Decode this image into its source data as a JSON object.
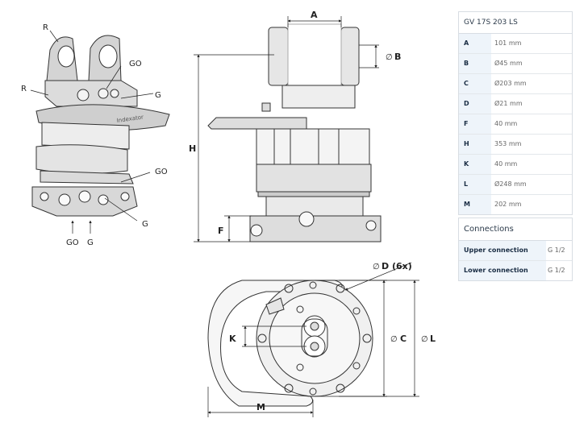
{
  "drawing": {
    "iso_labels": {
      "r1": "R",
      "r2": "R",
      "go1": "GO",
      "g1": "G",
      "go2": "GO",
      "g2": "G",
      "go3": "GO",
      "g3": "G"
    },
    "dims": {
      "a": "A",
      "b": "B",
      "h": "H",
      "f": "F",
      "d": "D (6x)",
      "c": "C",
      "l": "L",
      "k": "K",
      "m": "M"
    }
  },
  "spec": {
    "title": "GV 17S 203 LS",
    "rows": [
      {
        "key": "A",
        "value": "101 mm"
      },
      {
        "key": "B",
        "value": "Ø45 mm"
      },
      {
        "key": "C",
        "value": "Ø203 mm"
      },
      {
        "key": "D",
        "value": "Ø21 mm"
      },
      {
        "key": "F",
        "value": "40 mm"
      },
      {
        "key": "H",
        "value": "353 mm"
      },
      {
        "key": "K",
        "value": "40 mm"
      },
      {
        "key": "L",
        "value": "Ø248 mm"
      },
      {
        "key": "M",
        "value": "202 mm"
      }
    ]
  },
  "connections": {
    "title": "Connections",
    "rows": [
      {
        "key": "Upper connection",
        "value": "G 1/2"
      },
      {
        "key": "Lower connection",
        "value": "G 1/2"
      }
    ]
  }
}
